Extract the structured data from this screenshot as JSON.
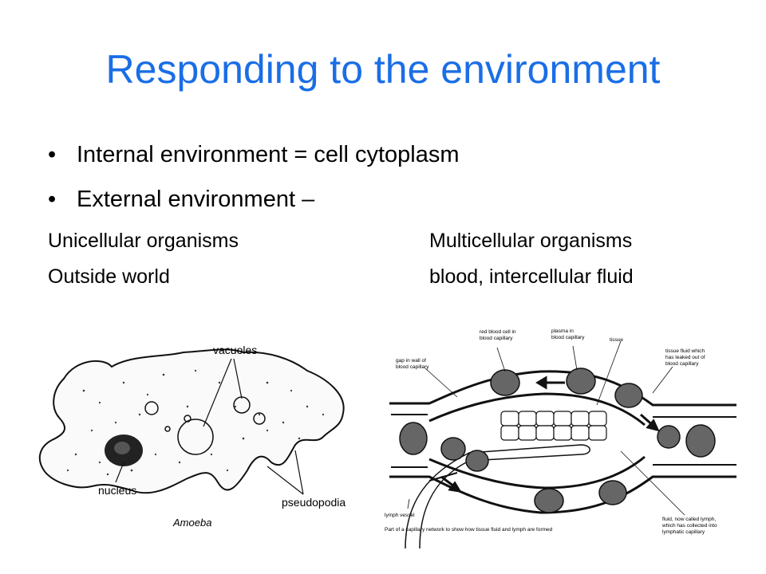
{
  "slide": {
    "title": "Responding to the environment",
    "bullets": [
      "Internal environment = cell cytoplasm",
      "External environment –"
    ],
    "columns": {
      "left_header": "Unicellular organisms",
      "right_header": "Multicellular organisms",
      "left_value": "Outside world",
      "right_value": "blood, intercellular fluid"
    },
    "title_color": "#1a6ee6"
  },
  "amoeba": {
    "labels": {
      "vacuoles": "vacuoles",
      "nucleus": "nucleus",
      "pseudopodia": "pseudopodia",
      "caption": "Amoeba"
    }
  },
  "capillary": {
    "labels": {
      "red_blood_cell_1": "red blood cell in",
      "red_blood_cell_2": "blood capillary",
      "plasma_1": "plasma in",
      "plasma_2": "blood capillary",
      "tissue": "tissue",
      "tissue_fluid_1": "tissue fluid which",
      "tissue_fluid_2": "has leaked out of",
      "tissue_fluid_3": "blood capillary",
      "gap_1": "gap in wall of",
      "gap_2": "blood capillary",
      "lymph_vessel": "lymph vessel",
      "fluid_1": "fluid, now called lymph,",
      "fluid_2": "which has collected into",
      "fluid_3": "lymphatic capillary",
      "caption": "Part of a capillary network to show how tissue fluid and lymph are formed"
    }
  }
}
